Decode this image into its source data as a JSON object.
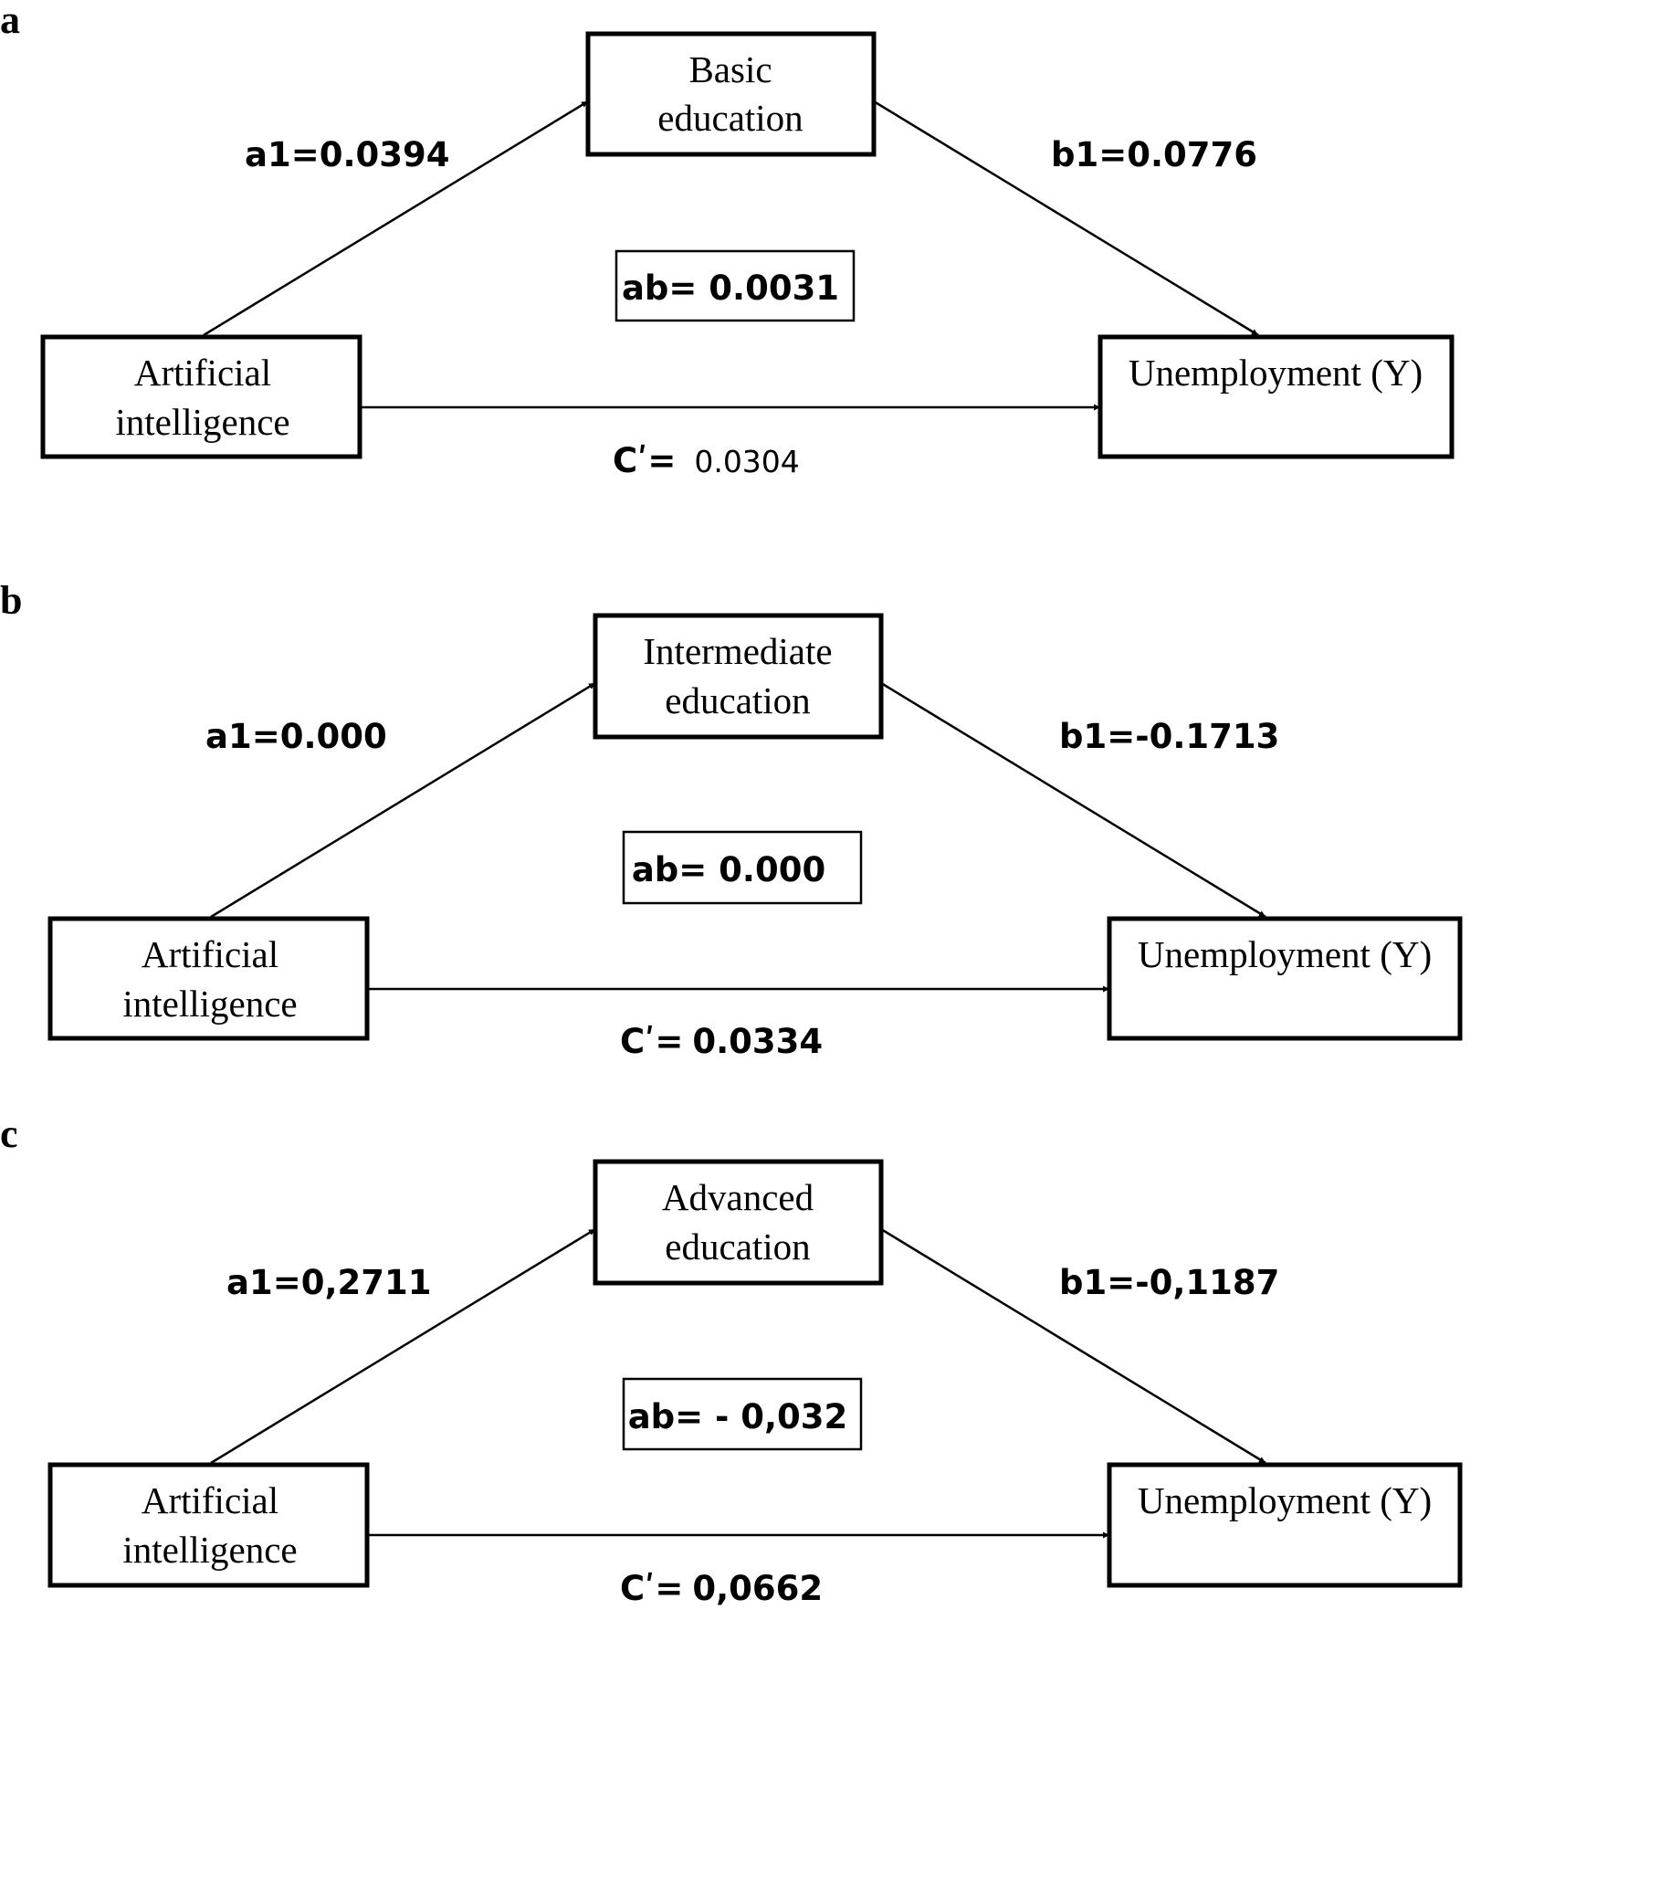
{
  "panels": [
    {
      "letter": "a",
      "mediator": [
        "Basic",
        "education"
      ],
      "predictor": [
        "Artificial",
        "intelligence"
      ],
      "outcome": [
        "Unemployment (Y)"
      ],
      "a_path": "a1=0.0394",
      "b_path": "b1=0.0776",
      "indirect": "ab= 0.0031",
      "direct_label": "Cʹ=",
      "direct_value": "0.0304"
    },
    {
      "letter": "b",
      "mediator": [
        "Intermediate",
        "education"
      ],
      "predictor": [
        "Artificial",
        "intelligence"
      ],
      "outcome": [
        "Unemployment (Y)"
      ],
      "a_path": "a1=0.000",
      "b_path": "b1=-0.1713",
      "indirect": "ab= 0.000",
      "direct_label": "Cʹ=",
      "direct_value": "0.0334"
    },
    {
      "letter": "c",
      "mediator": [
        "Advanced",
        "education"
      ],
      "predictor": [
        "Artificial",
        "intelligence"
      ],
      "outcome": [
        "Unemployment (Y)"
      ],
      "a_path": "a1=0,2711",
      "b_path": "b1=-0,1187",
      "indirect": "ab= - 0,032",
      "direct_label": "Cʹ=",
      "direct_value": "0,0662"
    }
  ]
}
